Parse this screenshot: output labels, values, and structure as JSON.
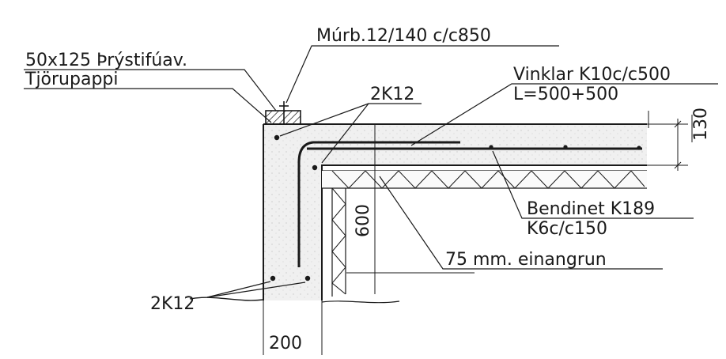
{
  "labels": {
    "wallplate": "50x125 Þrýstifúav.",
    "tarpaper": "Tjörupappi",
    "anchor": "Múrb.12/140 c/c850",
    "bars_top": "2K12",
    "angles_line1": "Vinklar K10c/c500",
    "angles_line2": "L=500+500",
    "mesh_line1": "Bendinet K189",
    "mesh_line2": "K6c/c150",
    "insulation": "75 mm. einangrun",
    "bars_bottom": "2K12"
  },
  "dimensions": {
    "slab_thickness": "130",
    "wall_height": "600",
    "wall_width": "200"
  },
  "colors": {
    "ink": "#1a1a1a",
    "concrete": "#f0f0f0",
    "insulation_band": "#fafafa"
  }
}
